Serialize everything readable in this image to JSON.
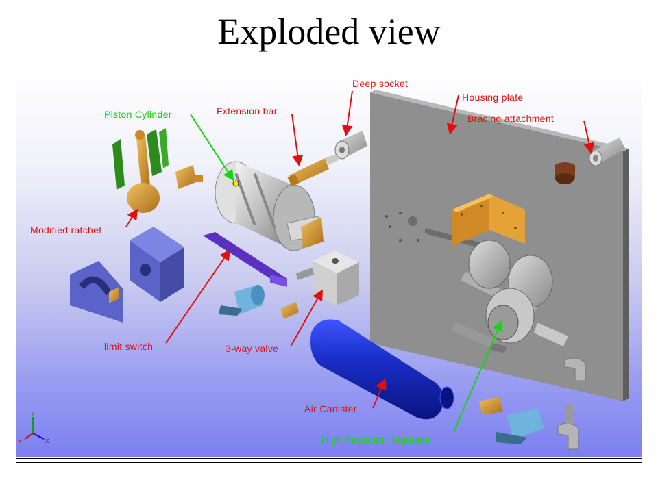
{
  "title": "Exploded view",
  "callouts": {
    "deep_socket": "Deep socket",
    "housing_plate": "Housing plate",
    "piston_cylinder": "Piston Cylinder",
    "extension_bar": "Fxtension bar",
    "bracing_attachment": "Bracing attachment",
    "modified_ratchet": "Modified ratchet",
    "limit_switch": "limit switch",
    "three_way_valve": "3-way valve",
    "air_canister": "Air Canister",
    "high_pressure_regulator": "High Pressure Regulator"
  },
  "axis_triad": {
    "x": "X",
    "y": "Y",
    "z": "Z"
  },
  "colors": {
    "callout_red": "#e01010",
    "callout_green": "#12d612",
    "brass": "#d49a2a",
    "steel": "#a8a8a8",
    "plate": "#8c8c8c",
    "blue_part": "#5a63c8",
    "canister": "#1a2ec8",
    "green_part": "#2f8a1e"
  }
}
